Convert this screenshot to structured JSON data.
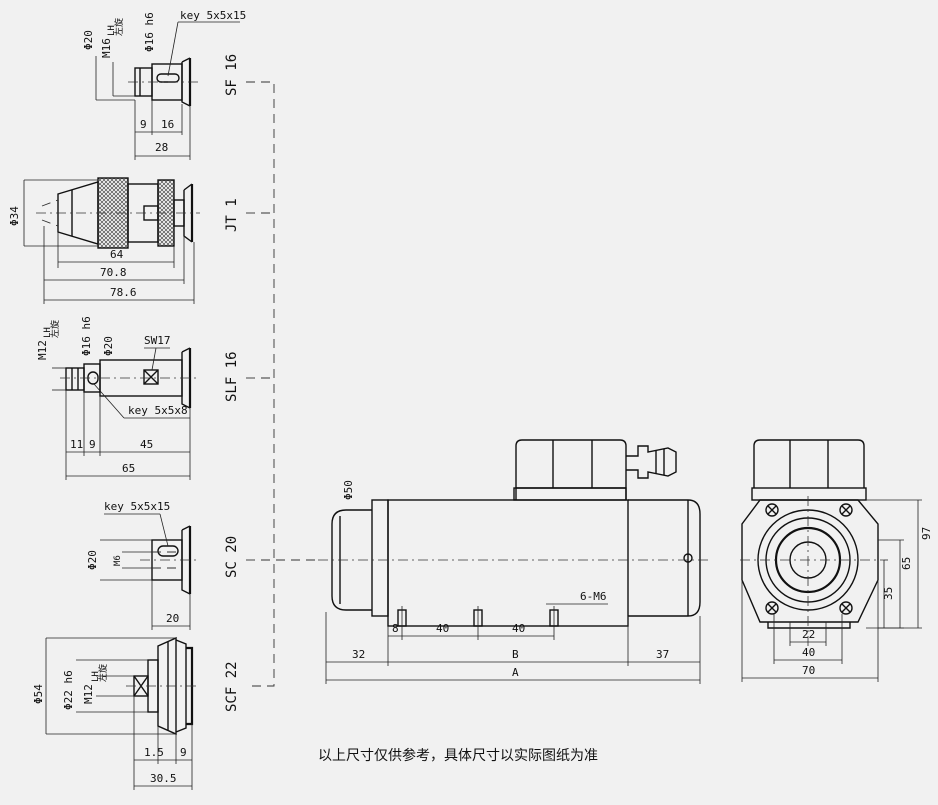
{
  "variants": [
    {
      "code": "SF 16"
    },
    {
      "code": "JT 1"
    },
    {
      "code": "SLF 16"
    },
    {
      "code": "SC 20"
    },
    {
      "code": "SCF 22"
    }
  ],
  "sf16": {
    "d20": "Φ20",
    "m16": "M16",
    "lh": "LH",
    "thread": "左旋",
    "d16h6": "Φ16 h6",
    "key": "key 5x5x15",
    "dim9": "9",
    "dim16": "16",
    "dim28": "28"
  },
  "jt1": {
    "d34": "Φ34",
    "dim64": "64",
    "dim70": "70.8",
    "dim78": "78.6"
  },
  "slf16": {
    "m12": "M12",
    "lh": "LH",
    "thread": "左旋",
    "d16h6": "Φ16 h6",
    "d20": "Φ20",
    "sw": "SW17",
    "key": "key  5x5x8",
    "dim11": "11",
    "dim9": "9",
    "dim45": "45",
    "dim65": "65"
  },
  "sc20": {
    "key": "key 5x5x15",
    "d20": "Φ20",
    "m6": "M6",
    "dim20": "20"
  },
  "scf22": {
    "d54": "Φ54",
    "d22h6": "Φ22 h6",
    "m12": "M12",
    "lh": "LH",
    "thread": "左旋",
    "dim15": "1.5",
    "dim9": "9",
    "dim305": "30.5"
  },
  "motor_side": {
    "d50": "Φ50",
    "holes": "6-M6",
    "dim8": "8",
    "dim40a": "40",
    "dim40b": "40",
    "dimB": "B",
    "dim32": "32",
    "dim37": "37",
    "dimA": "A"
  },
  "motor_front": {
    "dim97": "97",
    "dim65": "65",
    "dim35": "35",
    "dim22": "22",
    "dim40": "40",
    "dim70": "70"
  },
  "note": "以上尺寸仅供参考，具体尺寸以实际图纸为准"
}
